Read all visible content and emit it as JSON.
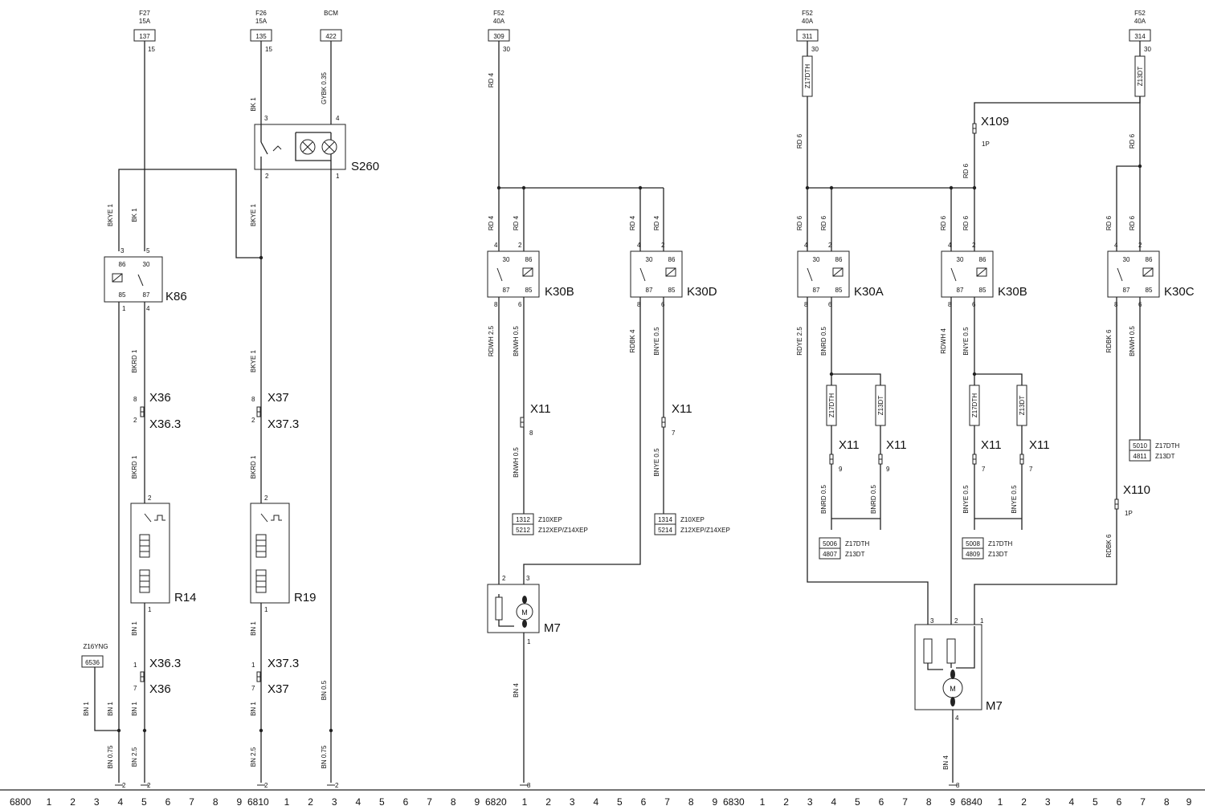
{
  "diagram": {
    "fuses": [
      {
        "name": "F27",
        "rating": "15A",
        "box": "137"
      },
      {
        "name": "F26",
        "rating": "15A",
        "box": "135"
      },
      {
        "name": "BCM",
        "box": "422"
      },
      {
        "name": "F52",
        "rating": "40A",
        "box": "309"
      },
      {
        "name": "F52",
        "rating": "40A",
        "box": "311"
      },
      {
        "name": "F52",
        "rating": "40A",
        "box": "314"
      }
    ],
    "components": {
      "s260": "S260",
      "k86": "K86",
      "r14": "R14",
      "r19": "R19",
      "k30b_a": "K30B",
      "k30d": "K30D",
      "k30a": "K30A",
      "k30b_b": "K30B",
      "k30c": "K30C",
      "m7_a": "M7",
      "m7_b": "M7",
      "motor_symbol": "M"
    },
    "relay_pins": [
      "30",
      "86",
      "87",
      "85"
    ],
    "k86_pins": [
      "86",
      "30",
      "85",
      "87"
    ],
    "connectors": [
      {
        "id": "x36a",
        "label": "X36"
      },
      {
        "id": "x363a",
        "label": "X36.3"
      },
      {
        "id": "x37a",
        "label": "X37"
      },
      {
        "id": "x373a",
        "label": "X37.3"
      },
      {
        "id": "x363b",
        "label": "X36.3"
      },
      {
        "id": "x36b",
        "label": "X36"
      },
      {
        "id": "x373b",
        "label": "X37.3"
      },
      {
        "id": "x37b",
        "label": "X37"
      },
      {
        "id": "x11a",
        "label": "X11"
      },
      {
        "id": "x11b",
        "label": "X11"
      },
      {
        "id": "x11c",
        "label": "X11"
      },
      {
        "id": "x11d",
        "label": "X11"
      },
      {
        "id": "x11e",
        "label": "X11"
      },
      {
        "id": "x11f",
        "label": "X11"
      },
      {
        "id": "x109",
        "label": "X109"
      },
      {
        "id": "x110",
        "label": "X110"
      }
    ],
    "wires": [
      {
        "id": "w1",
        "label": "BK 1"
      },
      {
        "id": "w2",
        "label": "GYBK 0.35"
      },
      {
        "id": "w3",
        "label": "BKYE 1"
      },
      {
        "id": "w4",
        "label": "BK 1"
      },
      {
        "id": "w5",
        "label": "BKYE 1"
      },
      {
        "id": "w6",
        "label": "BKRD 1"
      },
      {
        "id": "w7",
        "label": "BKRD 1"
      },
      {
        "id": "w8",
        "label": "BKYE 1"
      },
      {
        "id": "w9",
        "label": "BKRD 1"
      },
      {
        "id": "w10",
        "label": "BN 1"
      },
      {
        "id": "w11",
        "label": "BN 1"
      },
      {
        "id": "w12",
        "label": "BN 1"
      },
      {
        "id": "w13",
        "label": "BN 1"
      },
      {
        "id": "w14",
        "label": "BN 1"
      },
      {
        "id": "w15",
        "label": "BN 0.75"
      },
      {
        "id": "w16",
        "label": "BN 2.5"
      },
      {
        "id": "w17",
        "label": "BN 2.5"
      },
      {
        "id": "w18",
        "label": "BN 0.5"
      },
      {
        "id": "w19",
        "label": "BN 0.75"
      },
      {
        "id": "w20",
        "label": "BN 1"
      },
      {
        "id": "w21",
        "label": "RD 4"
      },
      {
        "id": "w22",
        "label": "RD 4"
      },
      {
        "id": "w23",
        "label": "RD 4"
      },
      {
        "id": "w24",
        "label": "RD 4"
      },
      {
        "id": "w25",
        "label": "RD 4"
      },
      {
        "id": "w26",
        "label": "RDWH 2.5"
      },
      {
        "id": "w27",
        "label": "BNWH 0.5"
      },
      {
        "id": "w28",
        "label": "RDBK 4"
      },
      {
        "id": "w29",
        "label": "BNYE 0.5"
      },
      {
        "id": "w30",
        "label": "BNWH 0.5"
      },
      {
        "id": "w31",
        "label": "BNYE 0.5"
      },
      {
        "id": "w32",
        "label": "BN 4"
      },
      {
        "id": "w33",
        "label": "RD 6"
      },
      {
        "id": "w34",
        "label": "RD 6"
      },
      {
        "id": "w35",
        "label": "RD 6"
      },
      {
        "id": "w36",
        "label": "RD 6"
      },
      {
        "id": "w37",
        "label": "RD 6"
      },
      {
        "id": "w38",
        "label": "RD 6"
      },
      {
        "id": "w39",
        "label": "RD 6"
      },
      {
        "id": "w40",
        "label": "RD 6"
      },
      {
        "id": "w41",
        "label": "RD 6"
      },
      {
        "id": "w42",
        "label": "RDYE 2.5"
      },
      {
        "id": "w43",
        "label": "BNRD 0.5"
      },
      {
        "id": "w44",
        "label": "RDWH 4"
      },
      {
        "id": "w45",
        "label": "BNYE 0.5"
      },
      {
        "id": "w46",
        "label": "RDBK 6"
      },
      {
        "id": "w47",
        "label": "BNWH 0.5"
      },
      {
        "id": "w48",
        "label": "BNRD 0.5"
      },
      {
        "id": "w49",
        "label": "BNRD 0.5"
      },
      {
        "id": "w50",
        "label": "BNYE 0.5"
      },
      {
        "id": "w51",
        "label": "BNYE 0.5"
      },
      {
        "id": "w52",
        "label": "RDBK 6"
      },
      {
        "id": "w53",
        "label": "BN 4"
      }
    ],
    "variant_tags": [
      {
        "id": "v1",
        "label": "Z17DTH"
      },
      {
        "id": "v2",
        "label": "Z13DT"
      },
      {
        "id": "v3",
        "label": "Z17DTH"
      },
      {
        "id": "v4",
        "label": "Z13DT"
      },
      {
        "id": "v5",
        "label": "Z17DTH"
      },
      {
        "id": "v6",
        "label": "Z13DT"
      },
      {
        "id": "v7",
        "label": "Z16YNG"
      }
    ],
    "refs": [
      {
        "id": "r1",
        "code": "1312",
        "text": "Z10XEP"
      },
      {
        "id": "r2",
        "code": "5212",
        "text": "Z12XEP/Z14XEP"
      },
      {
        "id": "r3",
        "code": "1314",
        "text": "Z10XEP"
      },
      {
        "id": "r4",
        "code": "5214",
        "text": "Z12XEP/Z14XEP"
      },
      {
        "id": "r5",
        "code": "5006",
        "text": "Z17DTH"
      },
      {
        "id": "r6",
        "code": "4807",
        "text": "Z13DT"
      },
      {
        "id": "r7",
        "code": "5008",
        "text": "Z17DTH"
      },
      {
        "id": "r8",
        "code": "4809",
        "text": "Z13DT"
      },
      {
        "id": "r9",
        "code": "5010",
        "text": "Z17DTH"
      },
      {
        "id": "r10",
        "code": "4811",
        "text": "Z13DT"
      },
      {
        "id": "r11",
        "code": "6536",
        "text": ""
      }
    ],
    "pins": [
      {
        "id": "p1",
        "t": "15"
      },
      {
        "id": "p2",
        "t": "15"
      },
      {
        "id": "p3",
        "t": "30"
      },
      {
        "id": "p4",
        "t": "30"
      },
      {
        "id": "p5",
        "t": "30"
      },
      {
        "id": "p6",
        "t": "3"
      },
      {
        "id": "p7",
        "t": "4"
      },
      {
        "id": "p8",
        "t": "2"
      },
      {
        "id": "p9",
        "t": "1"
      },
      {
        "id": "p10",
        "t": "3"
      },
      {
        "id": "p11",
        "t": "5"
      },
      {
        "id": "p12",
        "t": "1"
      },
      {
        "id": "p13",
        "t": "4"
      },
      {
        "id": "p14",
        "t": "8"
      },
      {
        "id": "p15",
        "t": "2"
      },
      {
        "id": "p16",
        "t": "8"
      },
      {
        "id": "p17",
        "t": "2"
      },
      {
        "id": "p18",
        "t": "2"
      },
      {
        "id": "p19",
        "t": "1"
      },
      {
        "id": "p20",
        "t": "2"
      },
      {
        "id": "p21",
        "t": "1"
      },
      {
        "id": "p22",
        "t": "1"
      },
      {
        "id": "p23",
        "t": "7"
      },
      {
        "id": "p24",
        "t": "1"
      },
      {
        "id": "p25",
        "t": "7"
      },
      {
        "id": "p26",
        "t": "2"
      },
      {
        "id": "p27",
        "t": "2"
      },
      {
        "id": "p28",
        "t": "2"
      },
      {
        "id": "p29",
        "t": "2"
      },
      {
        "id": "p30",
        "t": "8"
      },
      {
        "id": "p31",
        "t": "7"
      },
      {
        "id": "p32",
        "t": "2"
      },
      {
        "id": "p33",
        "t": "3"
      },
      {
        "id": "p34",
        "t": "1"
      },
      {
        "id": "p35",
        "t": "8"
      },
      {
        "id": "p36",
        "t": "9"
      },
      {
        "id": "p37",
        "t": "9"
      },
      {
        "id": "p38",
        "t": "7"
      },
      {
        "id": "p39",
        "t": "7"
      },
      {
        "id": "p40",
        "t": "1P"
      },
      {
        "id": "p41",
        "t": "1P"
      },
      {
        "id": "p42",
        "t": "3"
      },
      {
        "id": "p43",
        "t": "2"
      },
      {
        "id": "p44",
        "t": "1"
      },
      {
        "id": "p45",
        "t": "4"
      },
      {
        "id": "p46",
        "t": "8"
      }
    ],
    "relay_pin_numbers": [
      "4",
      "2",
      "8",
      "6"
    ],
    "footer": {
      "sections": [
        "6800",
        "6810",
        "6820",
        "6830",
        "6840"
      ],
      "ticks": [
        "1",
        "2",
        "3",
        "4",
        "5",
        "6",
        "7",
        "8",
        "9"
      ]
    }
  }
}
